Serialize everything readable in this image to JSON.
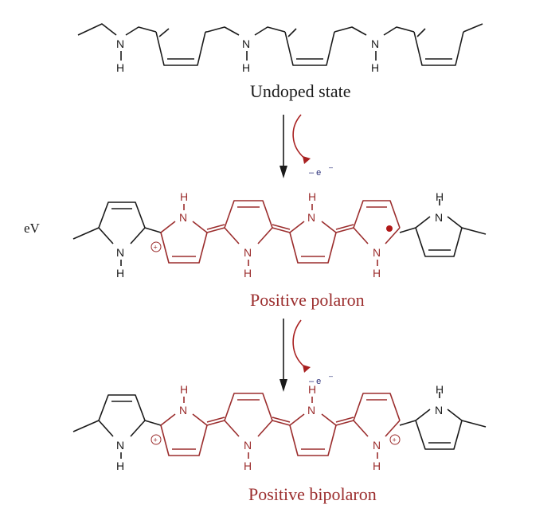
{
  "side_label": "eV",
  "states": [
    {
      "caption": "Undoped state"
    },
    {
      "caption": "Positive polaron"
    },
    {
      "caption": "Positive bipolaron"
    }
  ],
  "transitions": [
    {
      "electron_label": "– e"
    },
    {
      "electron_label": "– e"
    }
  ],
  "atoms": {
    "nitrogen": "N",
    "hydrogen": "H",
    "positive_charge": "+"
  },
  "colors": {
    "black": "#1a1a1a",
    "red": "#9b2d2d",
    "arrow_red": "#a82020",
    "electron_blue": "#2a2f7a"
  }
}
